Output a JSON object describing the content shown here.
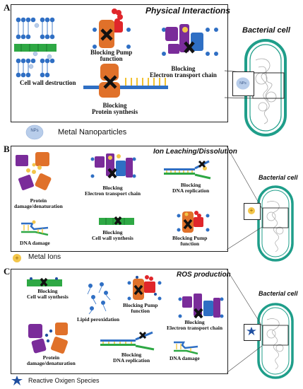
{
  "panels": {
    "a": {
      "letter": "A",
      "title": "Physical Interactions",
      "captions": {
        "cell_wall_destruction": "Cell wall destruction",
        "blocking_pump": "Blocking Pump\nfunction",
        "blocking_etc": "Blocking\nElectron transport chain",
        "blocking_protein": "Blocking\nProtein synthesis"
      },
      "bacterial_cell_label": "Bacterial cell",
      "np_marker": "NPs",
      "legend_icon_text": "NPs",
      "legend_label": "Metal Nanoparticles"
    },
    "b": {
      "letter": "B",
      "title": "Ion Leaching/Dissolution",
      "captions": {
        "protein_damage": "Protein\ndamage/denaturation",
        "blocking_etc": "Blocking\nElectron transport chain",
        "blocking_dna_rep": "Blocking\nDNA replication",
        "dna_damage": "DNA damage",
        "blocking_cell_wall": "Blocking\nCell wall synthesis",
        "blocking_pump": "Blocking Pump\nfunction"
      },
      "bacterial_cell_label": "Bacterial cell",
      "ion_marker": "+",
      "legend_icon_text": "+",
      "legend_label": "Metal Ions"
    },
    "c": {
      "letter": "C",
      "title": "ROS production",
      "captions": {
        "blocking_cell_wall": "Blocking\nCell wall synthesis",
        "lipid_peroxidation": "Lipid peroxidation",
        "blocking_pump": "Blocking Pump\nfunction",
        "blocking_etc": "Blocking\nElectron transport chain",
        "protein_damage": "Protein\ndamage/denaturation",
        "blocking_dna_rep": "Blocking\nDNA replication",
        "dna_damage": "DNA damage"
      },
      "bacterial_cell_label": "Bacterial cell",
      "legend_label": "Reactive Oxigen Species"
    }
  },
  "colors": {
    "membrane_head": "#2f6fc4",
    "orange": "#e0712a",
    "purple": "#7a2c9a",
    "red": "#e0262b",
    "green": "#2ea844",
    "teal": "#1f9e8a",
    "yellow_ion": "#f3c64a",
    "np_blue": "#b8cdea",
    "ribosome_yellow": "#f2c230"
  }
}
